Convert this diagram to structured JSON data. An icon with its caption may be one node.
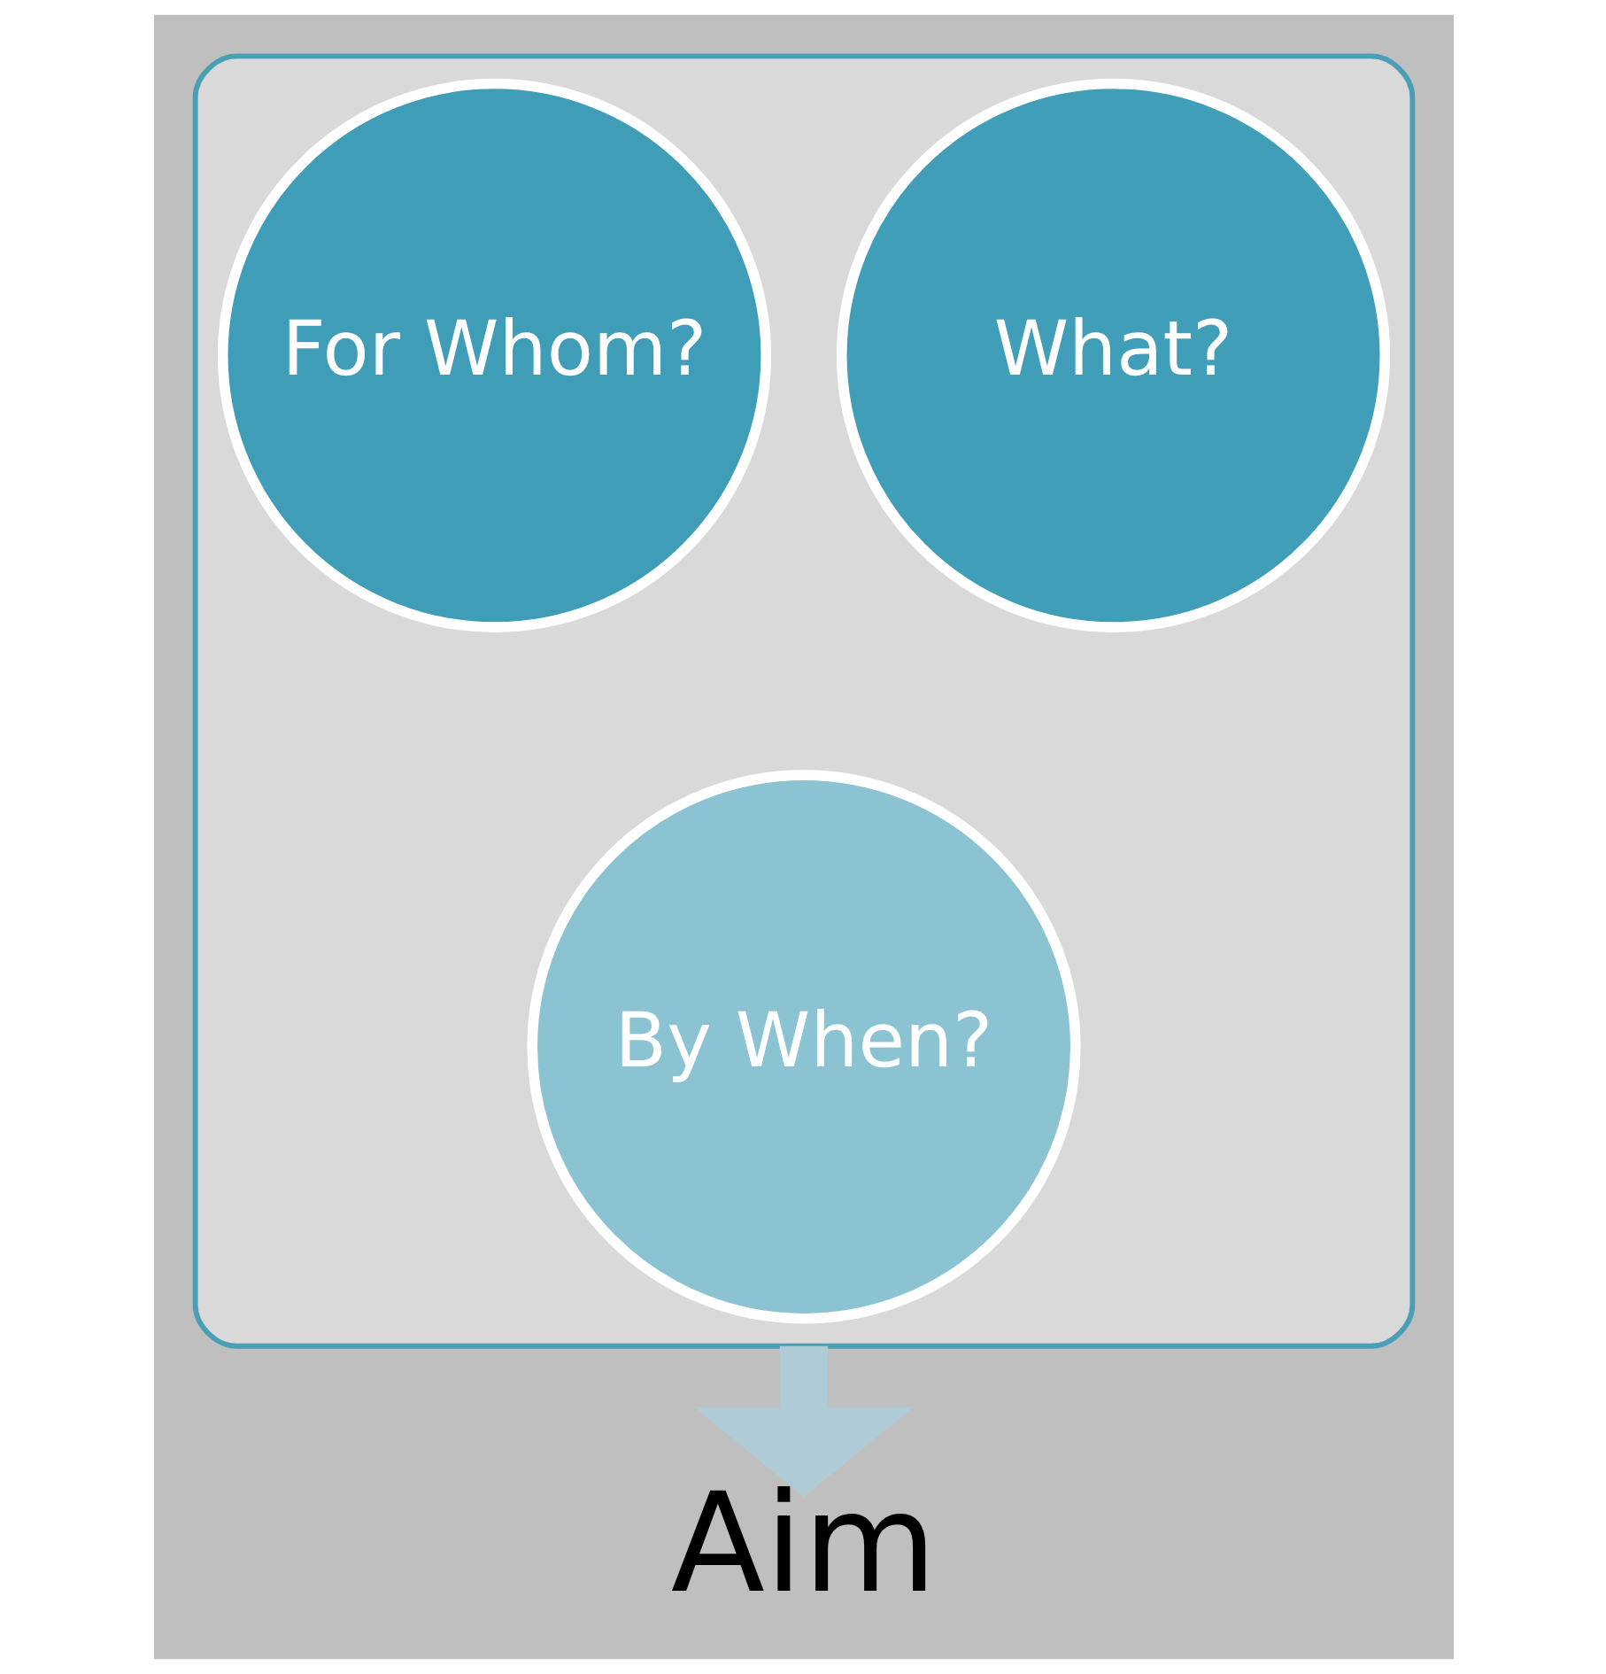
{
  "diagram": {
    "nodes": [
      {
        "text": [],
        "shape": "funnel"
      },
      {
        "text": [
          "For Whom?"
        ],
        "in": 0
      },
      {
        "text": [
          "What?"
        ],
        "in": 0
      },
      {
        "text": [
          "By When?"
        ],
        "in": 0
      },
      {
        "text": [
          "Aim"
        ]
      }
    ],
    "edges": [
      {
        "from": 0,
        "to": 4,
        "arrow": "to"
      }
    ]
  }
}
